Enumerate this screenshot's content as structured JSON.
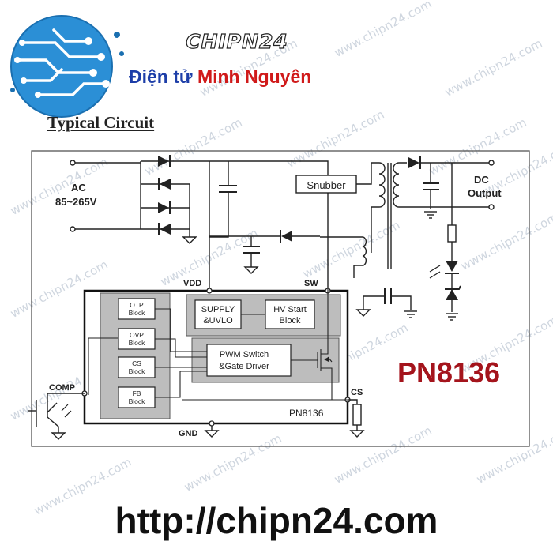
{
  "brand": {
    "name": "CHIPN24",
    "tagline_part1": "Điện tử ",
    "tagline_part2": "Minh Nguyên"
  },
  "watermark": "www.chipn24.com",
  "section_title": "Typical Circuit",
  "diagram": {
    "ac_label": "AC",
    "ac_range": "85~265V",
    "snubber": "Snubber",
    "dc_label": "DC",
    "output_label": "Output",
    "vdd": "VDD",
    "sw": "SW",
    "comp": "COMP",
    "cs_pin": "CS",
    "gnd": "GND",
    "chip_name": "PN8136",
    "part_number": "PN8136",
    "blocks": {
      "otp": [
        "OTP",
        "Block"
      ],
      "ovp": [
        "OVP",
        "Block"
      ],
      "cs": [
        "CS",
        "Block"
      ],
      "fb": [
        "FB",
        "Block"
      ],
      "supply": [
        "SUPPLY",
        "&UVLO"
      ],
      "hv": [
        "HV Start",
        "Block"
      ],
      "pwm": [
        "PWM Switch",
        "&Gate Driver"
      ]
    }
  },
  "url": "http://chipn24.com",
  "colors": {
    "tagline_blue": "#1d3ea8",
    "tagline_red": "#d01a1a",
    "part_number_red": "#a4141c",
    "logo_blue": "#2b8fd6",
    "block_gray": "#bdbdbd"
  }
}
